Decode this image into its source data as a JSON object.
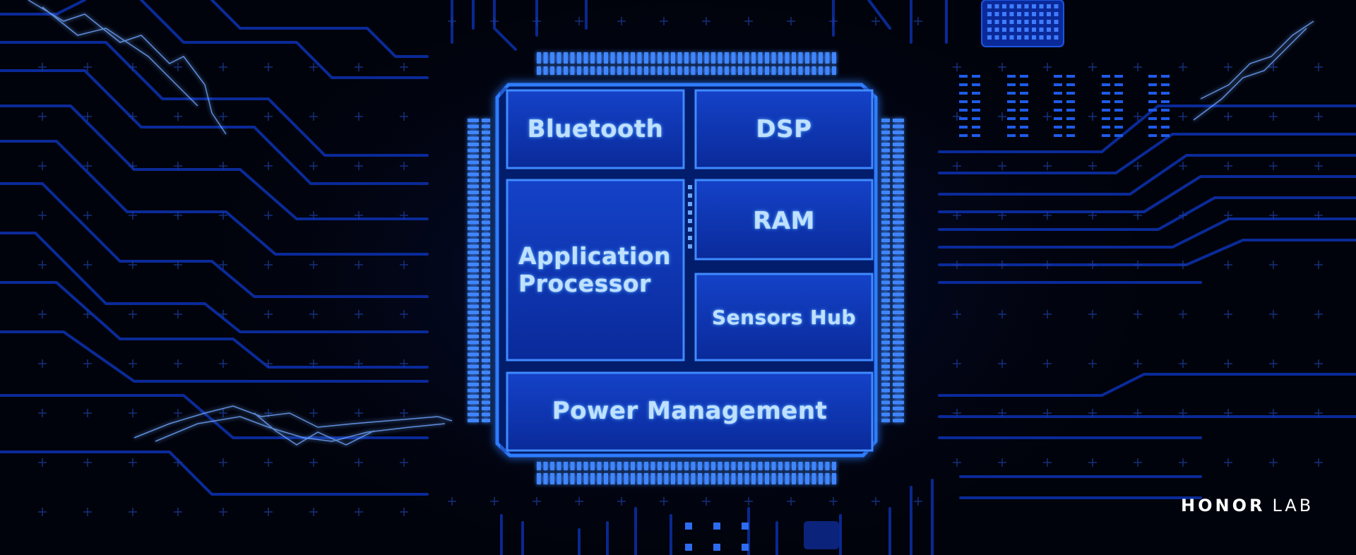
{
  "diagram": {
    "blocks": {
      "bluetooth": "Bluetooth",
      "dsp": "DSP",
      "ram": "RAM",
      "sensors_hub": "Sensors Hub",
      "application_processor_line1": "Application",
      "application_processor_line2": "Processor",
      "power_management": "Power Management"
    }
  },
  "logo": {
    "brand": "HONOR",
    "suffix": "LAB"
  },
  "colors": {
    "background": "#01030c",
    "trace": "#0b2fa8",
    "chip_fill": "#0a2fae",
    "chip_glow": "#2f7dff",
    "pin": "#3f86ff",
    "text": "#bfe0ff"
  }
}
